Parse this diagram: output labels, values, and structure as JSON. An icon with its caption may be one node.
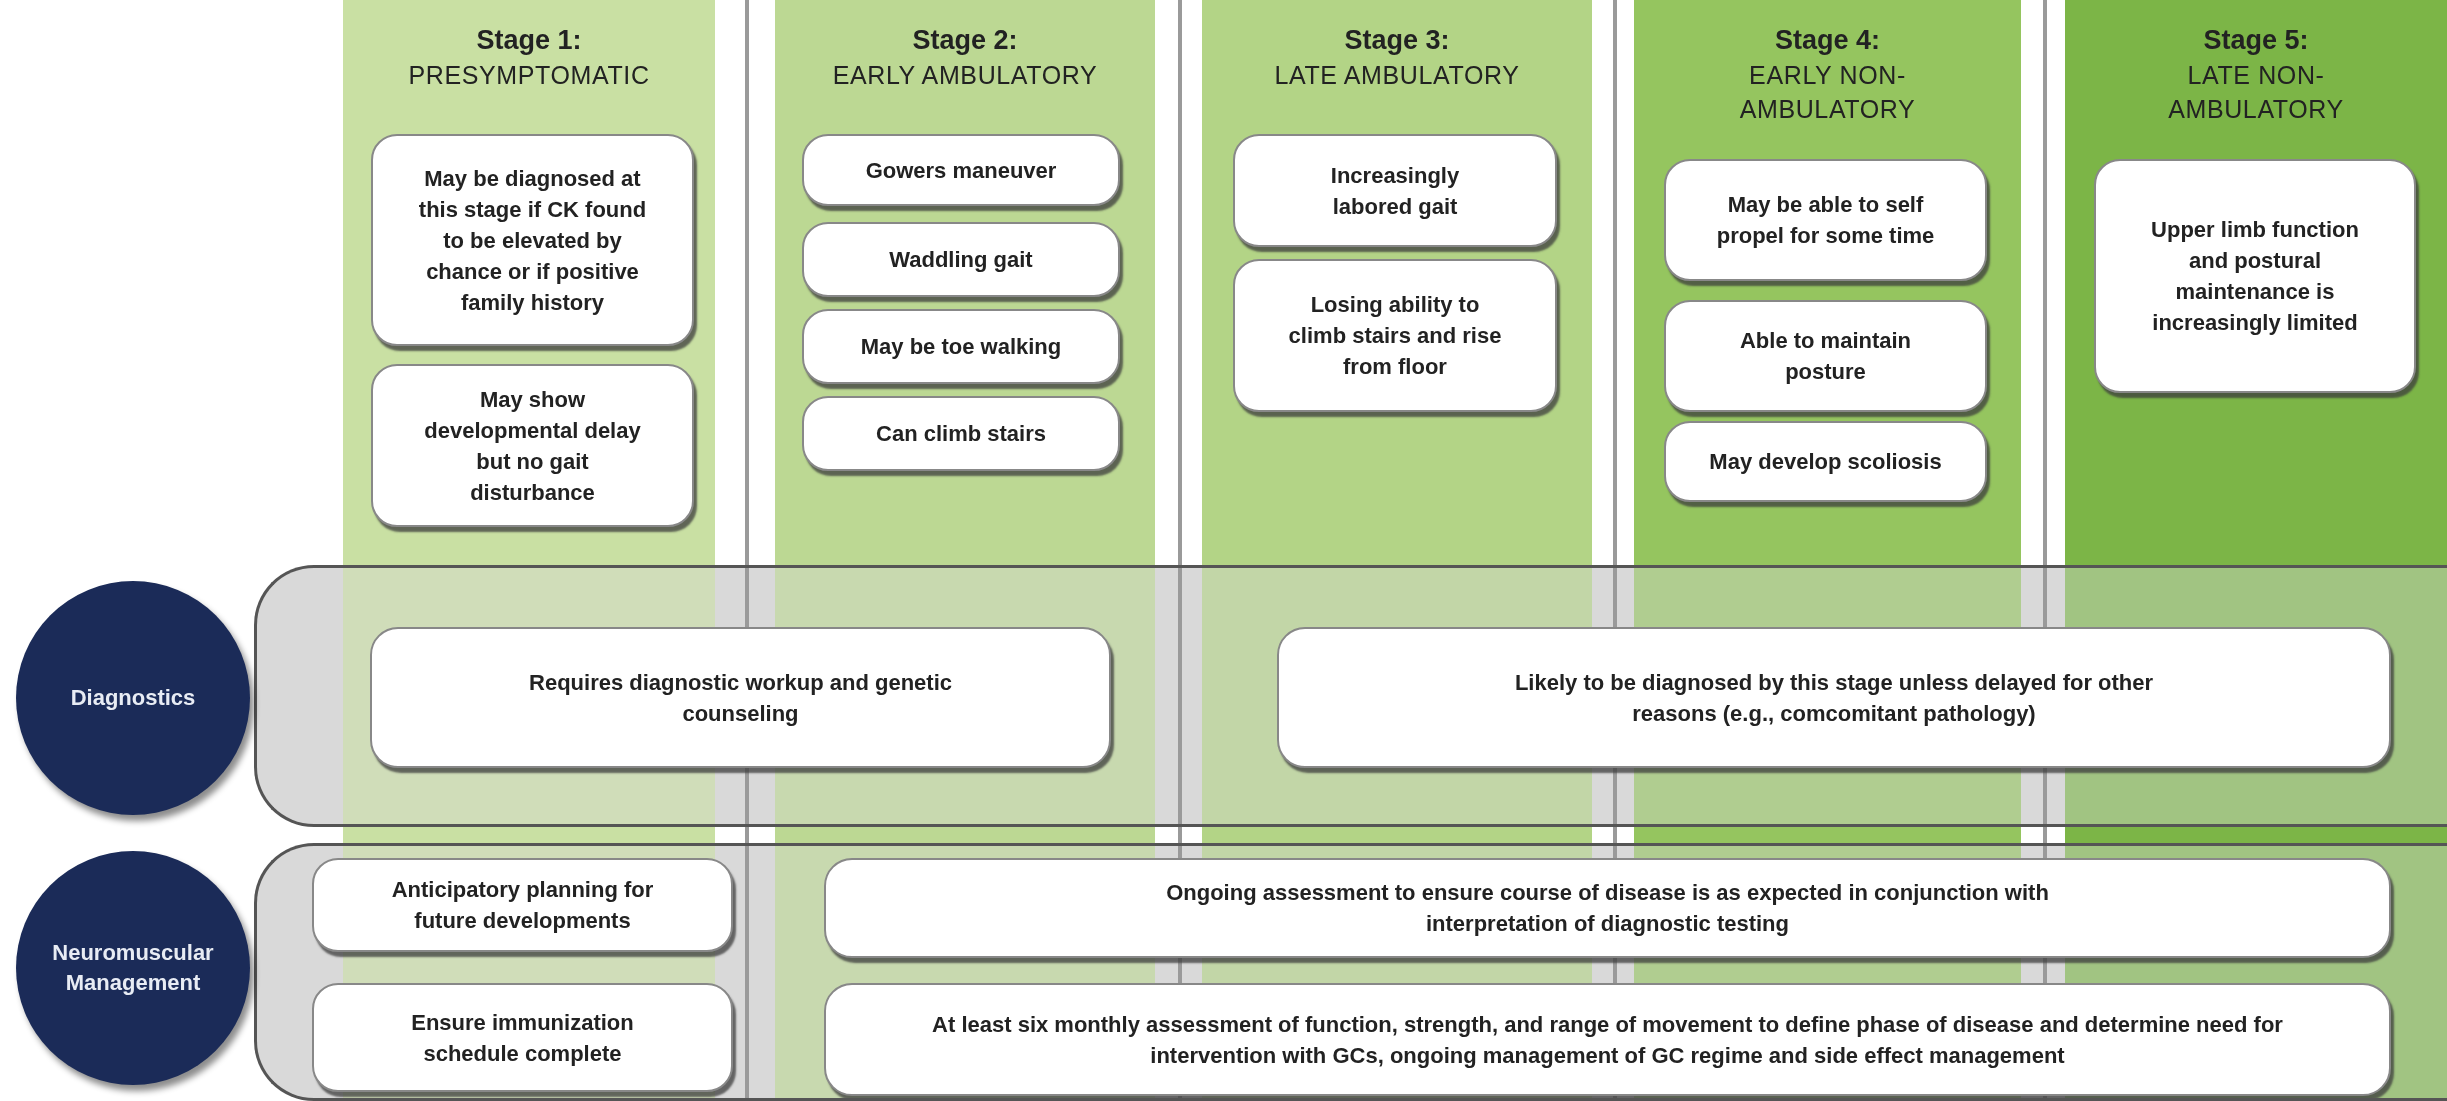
{
  "diagram": {
    "nodes": [
      {
        "text": [
          "Stage 1:",
          "PRESYMPTOMATIC"
        ]
      },
      {
        "text": [
          "May be diagnosed at this stage if CK found to be elevated by chance or if positive family history"
        ],
        "in": 0
      },
      {
        "text": [
          "May show developmental delay but no gait disturbance"
        ],
        "in": 0
      },
      {
        "text": [
          "Stage 2:",
          "EARLY AMBULATORY"
        ]
      },
      {
        "text": [
          "Gowers maneuver"
        ],
        "in": 3
      },
      {
        "text": [
          "Waddling gait"
        ],
        "in": 3
      },
      {
        "text": [
          "May be toe walking"
        ],
        "in": 3
      },
      {
        "text": [
          "Can climb stairs"
        ],
        "in": 3
      },
      {
        "text": [
          "Stage 3:",
          "LATE AMBULATORY"
        ]
      },
      {
        "text": [
          "Increasingly labored gait"
        ],
        "in": 8
      },
      {
        "text": [
          "Losing ability to climb stairs and rise from floor"
        ],
        "in": 8
      },
      {
        "text": [
          "Stage 4:",
          "EARLY NON-AMBULATORY"
        ]
      },
      {
        "text": [
          "May be able to self propel for some time"
        ],
        "in": 11
      },
      {
        "text": [
          "Able to maintain posture"
        ],
        "in": 11
      },
      {
        "text": [
          "May develop scoliosis"
        ],
        "in": 11
      },
      {
        "text": [
          "Stage 5:",
          "LATE NON-AMBULATORY"
        ]
      },
      {
        "text": [
          "Upper limb function and postural maintenance is increasingly limited"
        ],
        "in": 15
      },
      {
        "text": [],
        "shape": "band"
      },
      {
        "text": [
          "Diagnostics"
        ]
      },
      {
        "text": [
          "Requires diagnostic workup and genetic counseling"
        ],
        "in": 17
      },
      {
        "text": [
          "Likely to be diagnosed by this stage unless delayed for other reasons (e.g., comcomitant pathology)"
        ],
        "in": 17
      },
      {
        "text": [],
        "shape": "band"
      },
      {
        "text": [
          "Neuromuscular Management"
        ]
      },
      {
        "text": [
          "Anticipatory planning for future developments"
        ],
        "in": 21
      },
      {
        "text": [
          "Ensure immunization schedule complete"
        ],
        "in": 21
      },
      {
        "text": [
          "Ongoing assessment to ensure course of disease is as expected in conjunction with interpretation of diagnostic testing"
        ],
        "in": 21
      },
      {
        "text": [
          "At least six monthly assessment of function, strength, and range of movement to define phase of disease and determine need for intervention with GCs, ongoing management of GC regime and side effect management"
        ],
        "in": 21
      }
    ]
  }
}
